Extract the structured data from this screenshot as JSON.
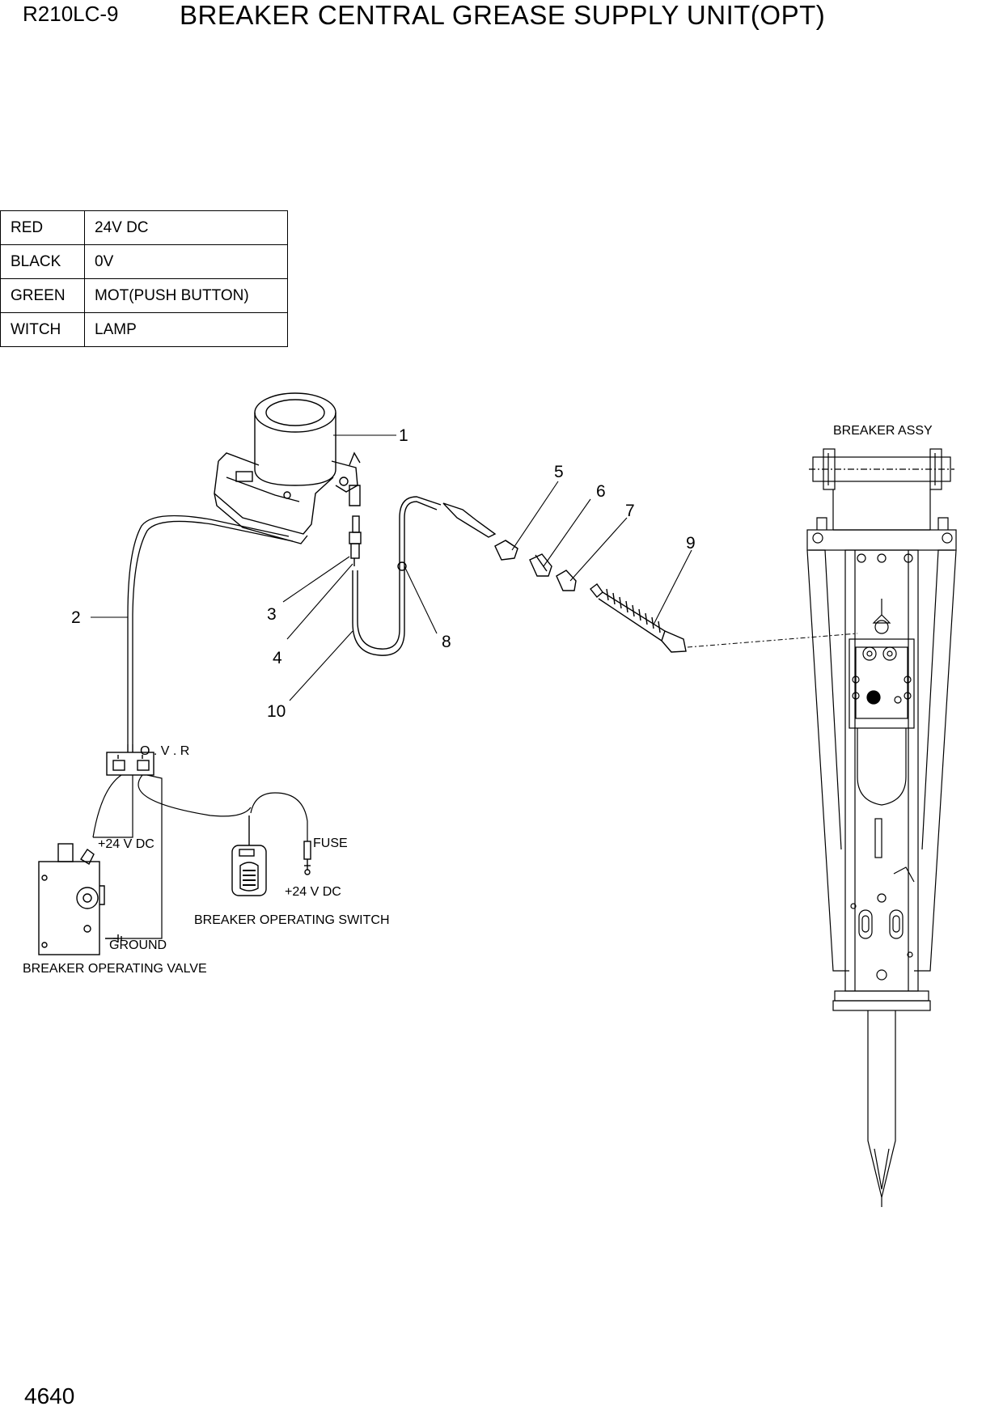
{
  "header": {
    "model": "R210LC-9",
    "title": "BREAKER CENTRAL GREASE  SUPPLY UNIT(OPT)"
  },
  "page_number": "4640",
  "wire_legend": [
    {
      "color": "RED",
      "meaning": "24V DC"
    },
    {
      "color": "BLACK",
      "meaning": "0V"
    },
    {
      "color": "GREEN",
      "meaning": "MOT(PUSH BUTTON)"
    },
    {
      "color": "WITCH",
      "meaning": "LAMP"
    }
  ],
  "callouts": [
    "1",
    "2",
    "3",
    "4",
    "5",
    "6",
    "7",
    "8",
    "9",
    "10"
  ],
  "labels": {
    "breaker_assy": "BREAKER ASSY",
    "ovr": "O . V . R",
    "plus24_valve": "+24 V DC",
    "fuse": "FUSE",
    "plus24_fuse": "+24 V DC",
    "ground": "GROUND",
    "operating_switch": "BREAKER OPERATING SWITCH",
    "operating_valve": "BREAKER OPERATING VALVE"
  }
}
